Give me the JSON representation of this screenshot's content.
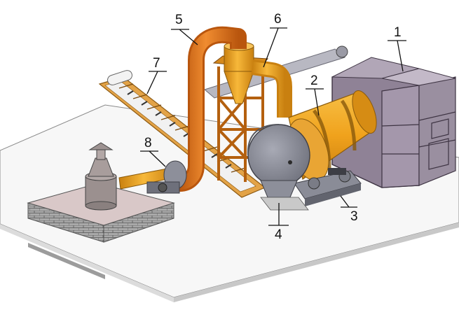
{
  "colors": {
    "background": "#ffffff",
    "floor": "#f7f7f7",
    "floor_edge": "#8a8a8a",
    "pipe_orange": "#e07a1f",
    "pipe_dark": "#b9560e",
    "drum_yellow": "#f0a21c",
    "drum_shadow": "#c97e10",
    "hood_grey": "#8d8f9a",
    "housing_purple": "#9a8fa0",
    "frame_orange": "#d5891d",
    "foundation": "#d9c8c8",
    "brick": "#7c7c7c"
  },
  "callouts": [
    {
      "label": "1",
      "name": "heat-source-housing"
    },
    {
      "label": "2",
      "name": "rotary-drum"
    },
    {
      "label": "3",
      "name": "drum-support-rollers"
    },
    {
      "label": "4",
      "name": "discharge-hood"
    },
    {
      "label": "5",
      "name": "induced-draft-duct"
    },
    {
      "label": "6",
      "name": "cyclone-dust-collector"
    },
    {
      "label": "7",
      "name": "belt-conveyor"
    },
    {
      "label": "8",
      "name": "exhaust-fan"
    }
  ]
}
